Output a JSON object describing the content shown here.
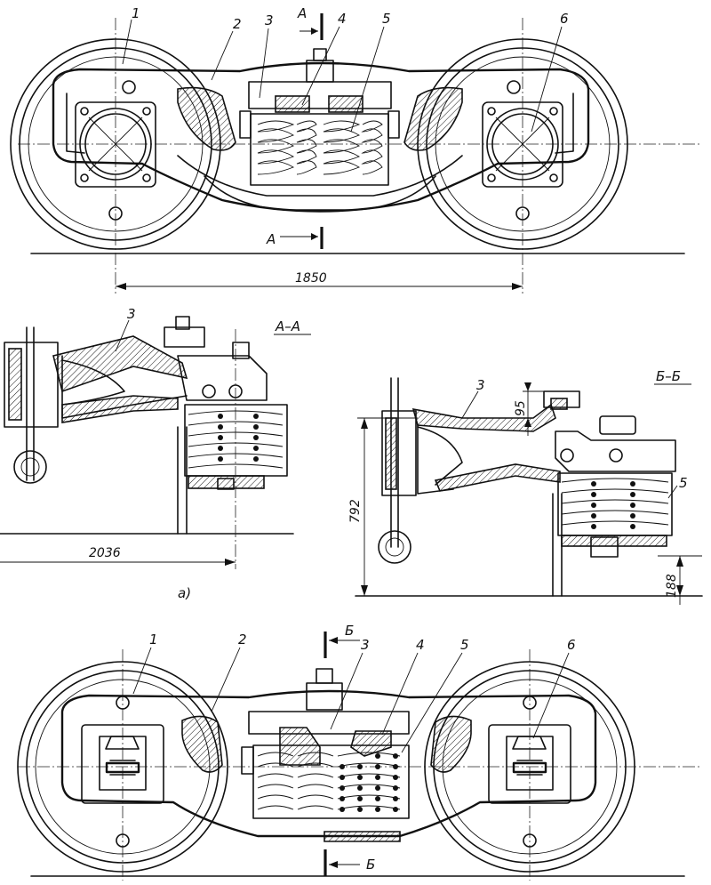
{
  "callouts": [
    "1",
    "2",
    "3",
    "4",
    "5",
    "6"
  ],
  "section_marks": {
    "a": "А",
    "b": "Б",
    "aa": "А–А",
    "bb": "Б–Б"
  },
  "dimensions": {
    "wheelbase": "1850",
    "a_length": "2036",
    "b_height": "792",
    "b_offset": "95",
    "b_bottom": "188"
  },
  "subfigure_label": "a)"
}
